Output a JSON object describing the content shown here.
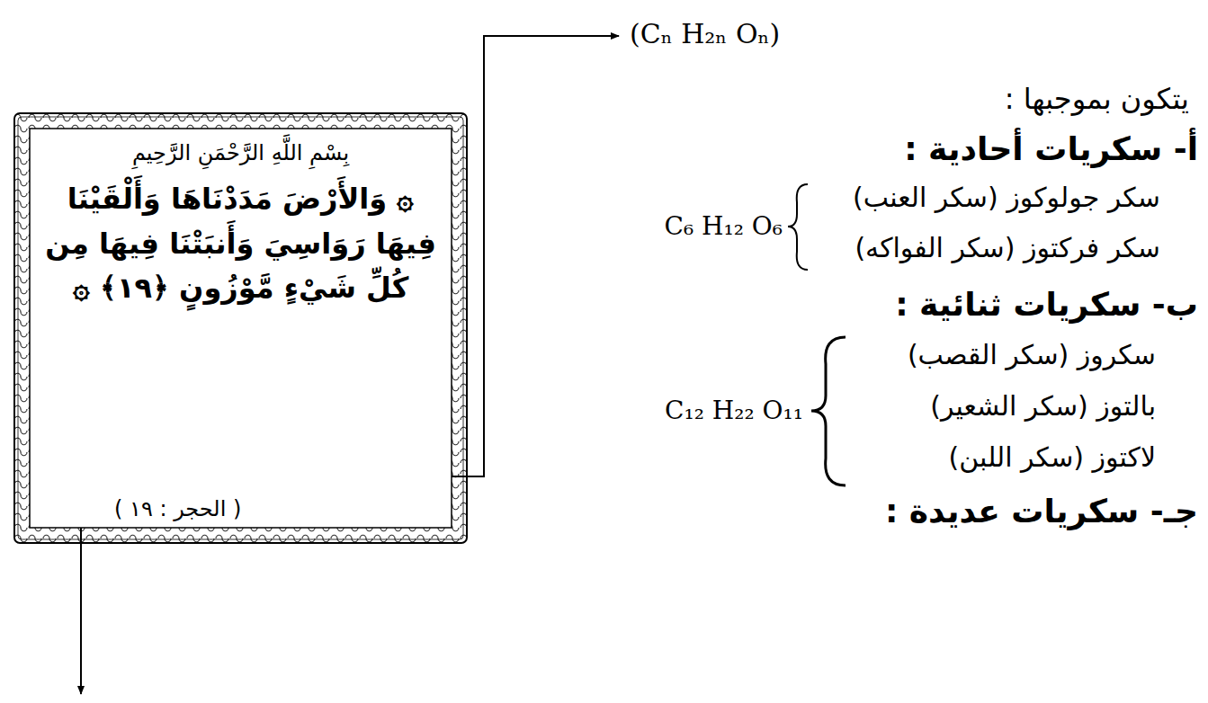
{
  "diagram": {
    "nodes": [
      {
        "text": [
          "بِسْمِ اللَّهِ الرَّحْمَنِ الرَّحِيمِ",
          "۞ وَالأَرْضَ مَدَدْنَاهَا وَأَلْقَيْنَا فِيهَا رَوَاسِيَ وَأَنبَتْنَا فِيهَا مِن كُلِّ شَيْءٍ مَّوْزُونٍ ﴿١٩﴾ ۞",
          "( الحجر : ١٩ )"
        ]
      }
    ],
    "labels": [
      "(Cₙ H₂ₙ Oₙ)",
      "يتكون بموجبها :",
      "أ- سكريات أحادية :",
      "سكر جولوكوز (سكر العنب)",
      "سكر فركتوز (سكر الفواكه)",
      "C₆ H₁₂ O₆",
      "ب- سكريات ثنائية :",
      "سكروز (سكر القصب)",
      "بالتوز (سكر الشعير)",
      "لاكتوز (سكر اللبن)",
      "C₁₂ H₂₂ O₁₁",
      "جـ- سكريات عديدة :"
    ]
  }
}
